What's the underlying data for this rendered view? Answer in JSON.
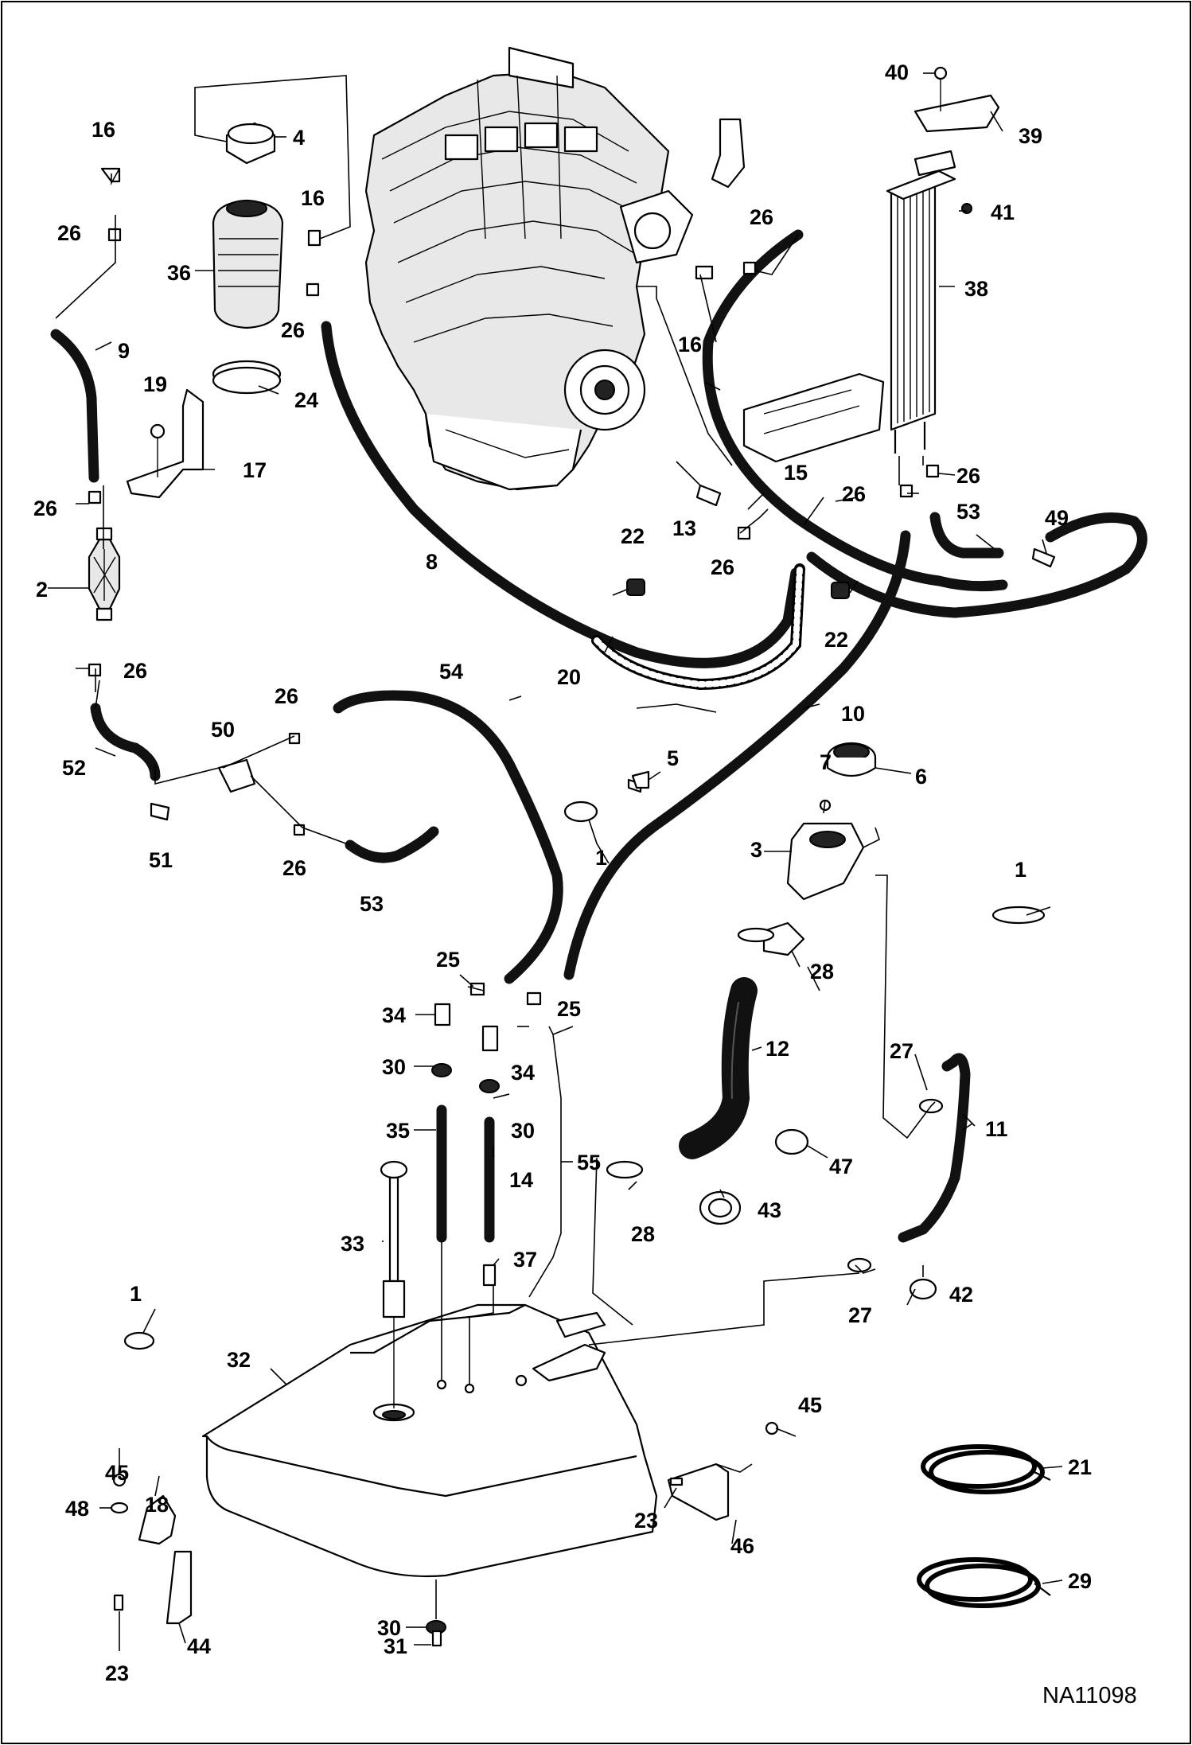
{
  "drawing_code": "NA11098",
  "callouts": {
    "c1a": "1",
    "c1b": "1",
    "c1c": "1",
    "c2": "2",
    "c3": "3",
    "c4": "4",
    "c5": "5",
    "c6": "6",
    "c7": "7",
    "c8": "8",
    "c9": "9",
    "c10": "10",
    "c11": "11",
    "c12": "12",
    "c13": "13",
    "c14": "14",
    "c15": "15",
    "c16a": "16",
    "c16b": "16",
    "c16c": "16",
    "c17": "17",
    "c18": "18",
    "c19": "19",
    "c20": "20",
    "c21": "21",
    "c22a": "22",
    "c22b": "22",
    "c23a": "23",
    "c23b": "23",
    "c24": "24",
    "c25a": "25",
    "c25b": "25",
    "c26a": "26",
    "c26b": "26",
    "c26c": "26",
    "c26d": "26",
    "c26e": "26",
    "c26f": "26",
    "c26g": "26",
    "c26h": "26",
    "c26i": "26",
    "c26j": "26",
    "c27a": "27",
    "c27b": "27",
    "c28a": "28",
    "c28b": "28",
    "c29": "29",
    "c30a": "30",
    "c30b": "30",
    "c30c": "30",
    "c31": "31",
    "c32": "32",
    "c33": "33",
    "c34a": "34",
    "c34b": "34",
    "c35": "35",
    "c36": "36",
    "c37": "37",
    "c38": "38",
    "c39": "39",
    "c40": "40",
    "c41": "41",
    "c42": "42",
    "c43": "43",
    "c44": "44",
    "c45a": "45",
    "c45b": "45",
    "c46": "46",
    "c47": "47",
    "c48": "48",
    "c49": "49",
    "c50": "50",
    "c51": "51",
    "c52": "52",
    "c53a": "53",
    "c53b": "53",
    "c54": "54",
    "c55": "55"
  }
}
